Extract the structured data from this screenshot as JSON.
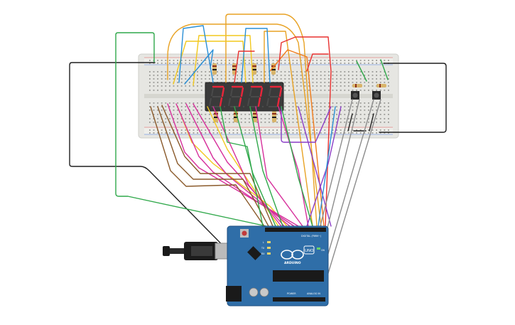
{
  "board": {
    "brand_label": "ARDUINO",
    "model_label": "UNO",
    "digital_label": "DIGITAL (PWM~)",
    "power_label": "POWER",
    "analog_label": "ANALOG IN",
    "on_label": "ON",
    "tx_label": "TX",
    "rx_label": "RX",
    "l_label": "L"
  },
  "display": {
    "digits": [
      "7",
      "7",
      "7",
      "7"
    ],
    "segment_color": "#e8263a",
    "body_color": "#3a3a3a"
  },
  "colors": {
    "board_blue": "#2f6ea8",
    "breadboard": "#e6e6e2",
    "wire_colors": [
      "#e8a224",
      "#f2c81d",
      "#2a8fd6",
      "#2fa84a",
      "#d62f9b",
      "#8a5a2b",
      "#e8302f",
      "#8a3cc6",
      "#1f1f1f",
      "#8c8c8c",
      "#f07b1a"
    ]
  },
  "icons": [
    "usb-cable-icon",
    "power-jack-icon",
    "reset-button-icon",
    "pushbutton-icon"
  ]
}
